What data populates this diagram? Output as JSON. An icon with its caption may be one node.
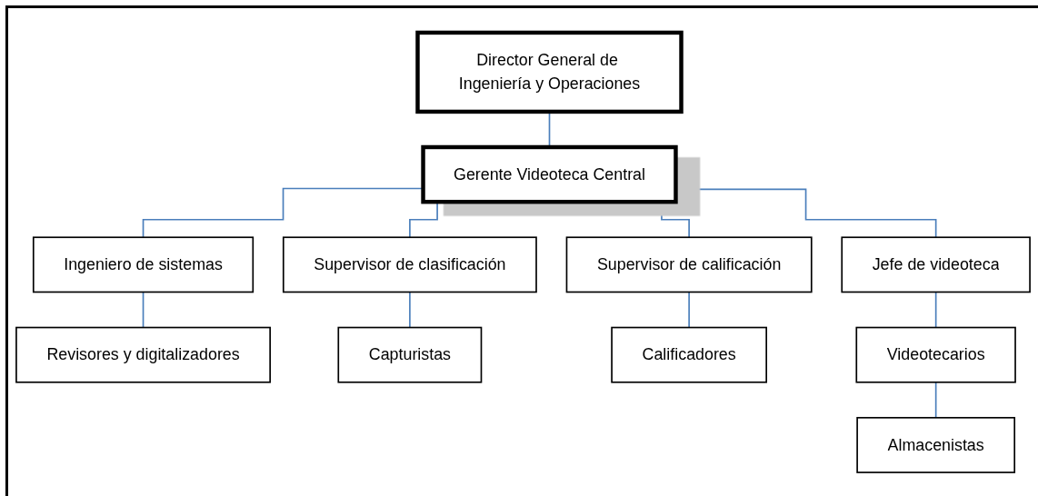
{
  "diagram": {
    "nodes": [
      {
        "text": [
          "Director General de Ingeniería y Operaciones"
        ]
      },
      {
        "text": [
          "Gerente Videoteca Central"
        ]
      },
      {
        "text": [
          "Ingeniero de sistemas"
        ]
      },
      {
        "text": [
          "Supervisor de clasificación"
        ]
      },
      {
        "text": [
          "Supervisor de calificación"
        ]
      },
      {
        "text": [
          "Jefe de videoteca"
        ]
      },
      {
        "text": [
          "Revisores y digitalizadores"
        ]
      },
      {
        "text": [
          "Capturistas"
        ]
      },
      {
        "text": [
          "Calificadores"
        ]
      },
      {
        "text": [
          "Videotecarios"
        ]
      },
      {
        "text": [
          "Almacenistas"
        ]
      }
    ],
    "edges": [
      {
        "from": 0,
        "to": 1,
        "arrow": "none"
      },
      {
        "from": 1,
        "to": 2,
        "arrow": "none"
      },
      {
        "from": 1,
        "to": 3,
        "arrow": "none"
      },
      {
        "from": 1,
        "to": 4,
        "arrow": "none"
      },
      {
        "from": 1,
        "to": 5,
        "arrow": "none"
      },
      {
        "from": 2,
        "to": 6,
        "arrow": "none"
      },
      {
        "from": 3,
        "to": 7,
        "arrow": "none"
      },
      {
        "from": 4,
        "to": 8,
        "arrow": "none"
      },
      {
        "from": 5,
        "to": 9,
        "arrow": "none"
      },
      {
        "from": 9,
        "to": 10,
        "arrow": "none"
      }
    ]
  }
}
